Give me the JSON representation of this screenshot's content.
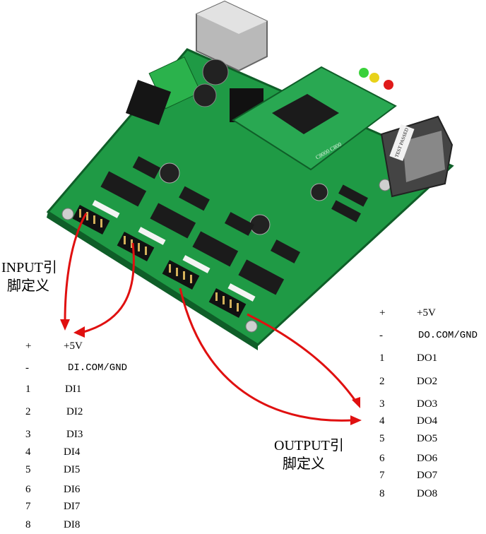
{
  "input_label": {
    "line1": "INPUT引",
    "line2": "脚定义"
  },
  "output_label": {
    "line1": "OUTPUT引",
    "line2": "脚定义"
  },
  "input_pins": [
    {
      "pin": "+",
      "signal": "+5V"
    },
    {
      "pin": "-",
      "signal": "DI.COM/GND"
    },
    {
      "pin": "1",
      "signal": "DI1"
    },
    {
      "pin": "2",
      "signal": "DI2"
    },
    {
      "pin": "3",
      "signal": "DI3"
    },
    {
      "pin": "4",
      "signal": "DI4"
    },
    {
      "pin": "5",
      "signal": "DI5"
    },
    {
      "pin": "6",
      "signal": "DI6"
    },
    {
      "pin": "7",
      "signal": "DI7"
    },
    {
      "pin": "8",
      "signal": "DI8"
    }
  ],
  "output_pins": [
    {
      "pin": "+",
      "signal": "+5V"
    },
    {
      "pin": "-",
      "signal": "DO.COM/GND"
    },
    {
      "pin": "1",
      "signal": "DO1"
    },
    {
      "pin": "2",
      "signal": "DO2"
    },
    {
      "pin": "3",
      "signal": "DO3"
    },
    {
      "pin": "4",
      "signal": "DO4"
    },
    {
      "pin": "5",
      "signal": "DO5"
    },
    {
      "pin": "6",
      "signal": "DO6"
    },
    {
      "pin": "7",
      "signal": "DO7"
    },
    {
      "pin": "8",
      "signal": "DO8"
    }
  ],
  "board_print": {
    "module": "C8000 C800",
    "test_label": "TEST PASSED"
  },
  "colors": {
    "pcb": "#1f9a45",
    "pcb_dark": "#157a34",
    "arrow": "#e01010",
    "chip": "#1b1b1b",
    "header": "#111111"
  }
}
